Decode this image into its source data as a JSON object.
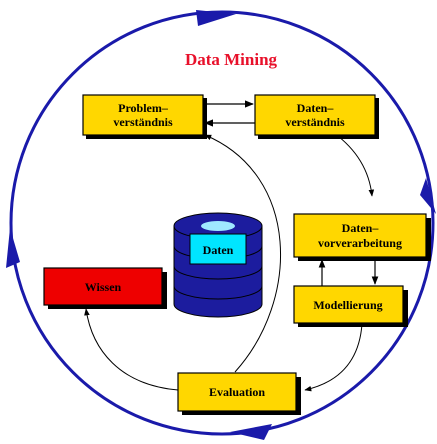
{
  "title": "Data Mining",
  "nodes": {
    "problem": {
      "line1": "Problem–",
      "line2": "verständnis"
    },
    "daten_verst": {
      "line1": "Daten–",
      "line2": "verständnis"
    },
    "vorverarbeitung": {
      "line1": "Daten–",
      "line2": "vorverarbeitung"
    },
    "modellierung": {
      "label": "Modellierung"
    },
    "evaluation": {
      "label": "Evaluation"
    },
    "wissen": {
      "label": "Wissen"
    },
    "daten": {
      "label": "Daten"
    }
  },
  "colors": {
    "box_fill": "#FFD700",
    "wissen_fill": "#EE0000",
    "title": "#E8102A",
    "cycle": "#1A1AAA",
    "db_body": "#1C1C9E",
    "db_label_bg": "#00E5FF",
    "db_top": "#9FE8FF"
  }
}
